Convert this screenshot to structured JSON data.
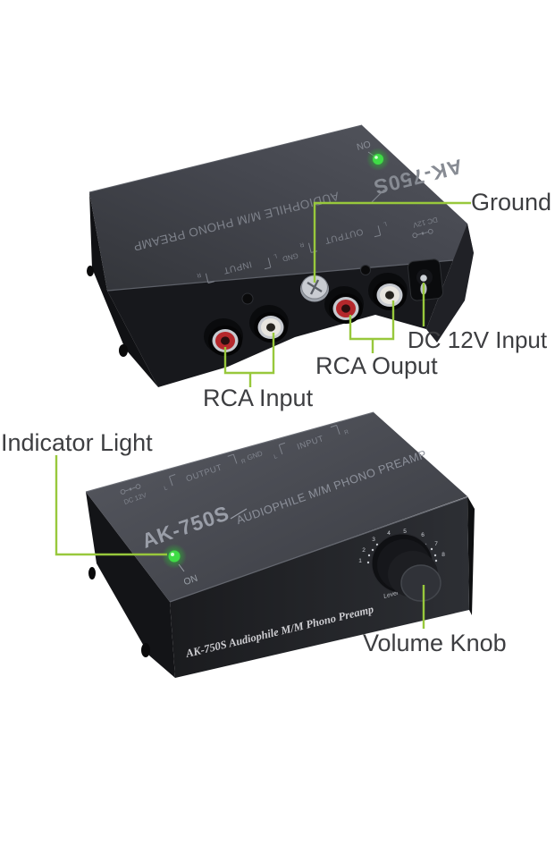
{
  "colors": {
    "background": "#ffffff",
    "accent_green": "#98c83c",
    "led_green": "#3fdc46",
    "annotation_text": "#3d3e41",
    "panel_print": "#8e929b",
    "rca_red": "#b5282c",
    "rca_white": "#e8e5df"
  },
  "annotations": {
    "ground": "Ground",
    "dc_input": "DC 12V Input",
    "rca_output": "RCA Ouput",
    "rca_input": "RCA Input",
    "indicator": "Indicator Light",
    "volume": "Volume Knob"
  },
  "device": {
    "model": "AK-750S",
    "tagline": "AUDIOPHILE M/M PHONO PREAMP",
    "front_text": "AK-750S  Audiophile M/M  Phono Preamp",
    "panel": {
      "input": "INPUT",
      "output": "OUTPUT",
      "ground": "GND",
      "power": "DC 12V",
      "power_state": "ON",
      "left": "L",
      "right": "R"
    },
    "knob": {
      "level": "Level",
      "scale": [
        "1",
        "2",
        "3",
        "4",
        "5",
        "6",
        "7",
        "8"
      ]
    }
  }
}
